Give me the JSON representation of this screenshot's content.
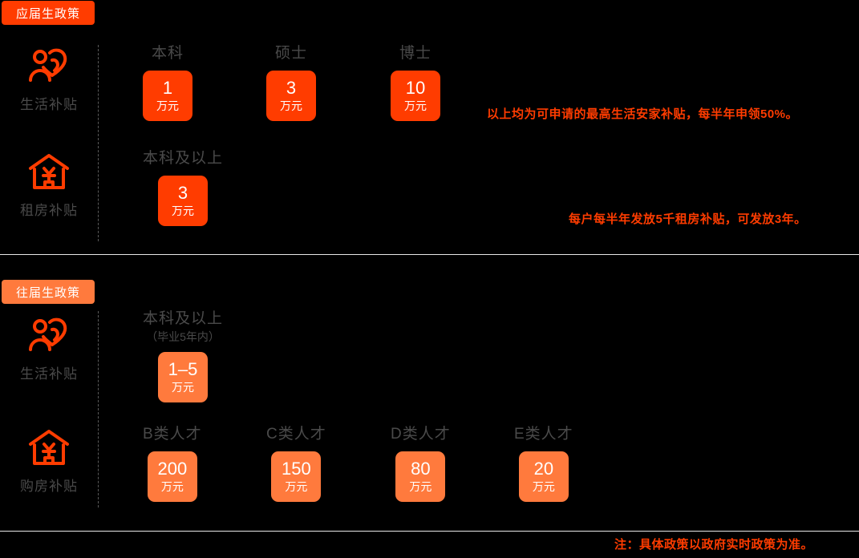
{
  "sections": [
    {
      "badge": "应届生政策",
      "badge_color": "#FF3C00",
      "rows": [
        {
          "icon": "person-heart-icon",
          "caption": "生活补贴",
          "cards": [
            {
              "tier": "本科",
              "tier_sub": "",
              "amount": "1",
              "unit": "万元"
            },
            {
              "tier": "硕士",
              "tier_sub": "",
              "amount": "3",
              "unit": "万元"
            },
            {
              "tier": "博士",
              "tier_sub": "",
              "amount": "10",
              "unit": "万元"
            }
          ],
          "note": "以上均为可申请的最高生活安家补贴，每半年申领50%。"
        },
        {
          "icon": "house-yuan-icon",
          "caption": "租房补贴",
          "cards": [
            {
              "tier": "本科及以上",
              "tier_sub": "",
              "amount": "3",
              "unit": "万元"
            }
          ],
          "note": "每户每半年发放5千租房补贴，可发放3年。"
        }
      ]
    },
    {
      "badge": "往届生政策",
      "badge_color": "#FF7A3D",
      "rows": [
        {
          "icon": "person-heart-icon",
          "caption": "生活补贴",
          "cards": [
            {
              "tier": "本科及以上",
              "tier_sub": "（毕业5年内）",
              "amount": "1–5",
              "unit": "万元"
            }
          ],
          "note": ""
        },
        {
          "icon": "house-yuan-icon",
          "caption": "购房补贴",
          "cards": [
            {
              "tier": "B类人才",
              "tier_sub": "",
              "amount": "200",
              "unit": "万元"
            },
            {
              "tier": "C类人才",
              "tier_sub": "",
              "amount": "150",
              "unit": "万元"
            },
            {
              "tier": "D类人才",
              "tier_sub": "",
              "amount": "80",
              "unit": "万元"
            },
            {
              "tier": "E类人才",
              "tier_sub": "",
              "amount": "20",
              "unit": "万元"
            }
          ],
          "note": ""
        }
      ]
    }
  ],
  "footer_note": "注：具体政策以政府实时政策为准。",
  "colors": {
    "accent_strong": "#FF3C00",
    "accent_light": "#FF7A3D",
    "background": "#000000",
    "label_text": "#4a4a4a",
    "rule": "#e8e8e8"
  }
}
